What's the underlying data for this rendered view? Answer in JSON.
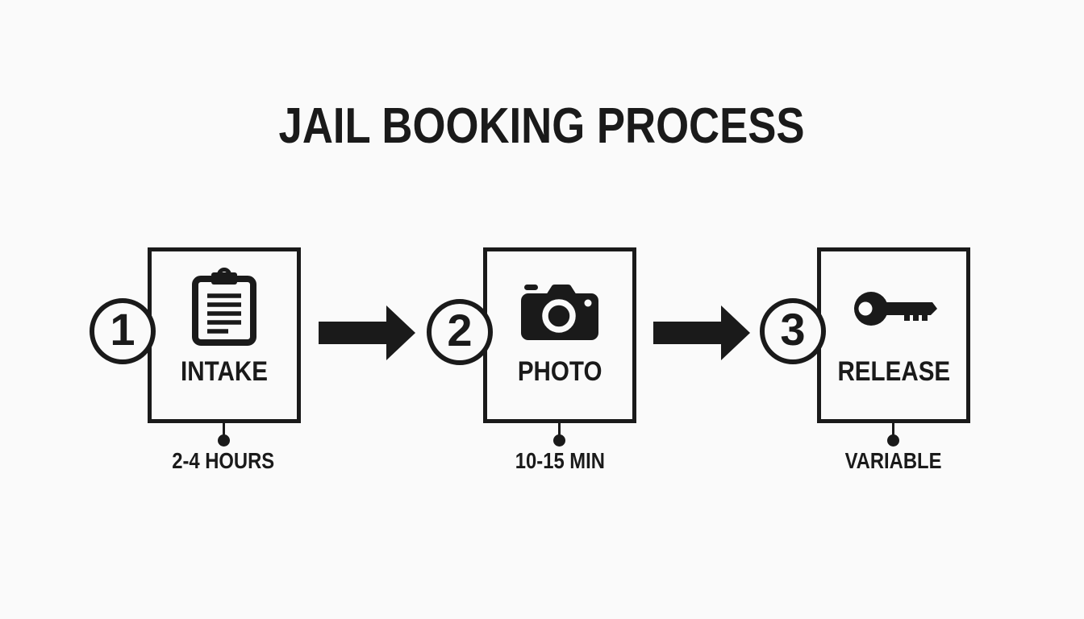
{
  "title": "JAIL BOOKING PROCESS",
  "colors": {
    "background": "#fafafa",
    "ink": "#1a1a1a"
  },
  "steps": [
    {
      "number": "1",
      "label": "INTAKE",
      "duration": "2-4 HOURS",
      "icon": "clipboard-icon"
    },
    {
      "number": "2",
      "label": "PHOTO",
      "duration": "10-15 MIN",
      "icon": "camera-icon"
    },
    {
      "number": "3",
      "label": "RELEASE",
      "duration": "VARIABLE",
      "icon": "key-icon"
    }
  ]
}
